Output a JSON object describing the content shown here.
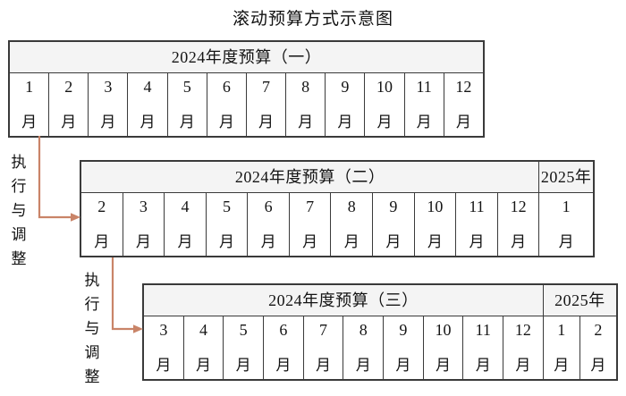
{
  "title": "滚动预算方式示意图",
  "colors": {
    "arrow": "#C98468",
    "header_bg": "#f4f4f4",
    "border": "#3a3a3a",
    "text": "#141414"
  },
  "tables": [
    {
      "id": "budget-table-1",
      "headers": [
        {
          "label": "2024年度预算（一）",
          "span": 12
        }
      ],
      "months": [
        {
          "num": "1",
          "unit": "月"
        },
        {
          "num": "2",
          "unit": "月"
        },
        {
          "num": "3",
          "unit": "月"
        },
        {
          "num": "4",
          "unit": "月"
        },
        {
          "num": "5",
          "unit": "月"
        },
        {
          "num": "6",
          "unit": "月"
        },
        {
          "num": "7",
          "unit": "月"
        },
        {
          "num": "8",
          "unit": "月"
        },
        {
          "num": "9",
          "unit": "月"
        },
        {
          "num": "10",
          "unit": "月"
        },
        {
          "num": "11",
          "unit": "月"
        },
        {
          "num": "12",
          "unit": "月"
        }
      ]
    },
    {
      "id": "budget-table-2",
      "headers": [
        {
          "label": "2024年度预算（二）",
          "span": 11
        },
        {
          "label": "2025年",
          "span": 1
        }
      ],
      "months": [
        {
          "num": "2",
          "unit": "月"
        },
        {
          "num": "3",
          "unit": "月"
        },
        {
          "num": "4",
          "unit": "月"
        },
        {
          "num": "5",
          "unit": "月"
        },
        {
          "num": "6",
          "unit": "月"
        },
        {
          "num": "7",
          "unit": "月"
        },
        {
          "num": "8",
          "unit": "月"
        },
        {
          "num": "9",
          "unit": "月"
        },
        {
          "num": "10",
          "unit": "月"
        },
        {
          "num": "11",
          "unit": "月"
        },
        {
          "num": "12",
          "unit": "月"
        },
        {
          "num": "1",
          "unit": "月"
        }
      ]
    },
    {
      "id": "budget-table-3",
      "headers": [
        {
          "label": "2024年度预算（三）",
          "span": 10
        },
        {
          "label": "2025年",
          "span": 2
        }
      ],
      "months": [
        {
          "num": "3",
          "unit": "月"
        },
        {
          "num": "4",
          "unit": "月"
        },
        {
          "num": "5",
          "unit": "月"
        },
        {
          "num": "6",
          "unit": "月"
        },
        {
          "num": "7",
          "unit": "月"
        },
        {
          "num": "8",
          "unit": "月"
        },
        {
          "num": "9",
          "unit": "月"
        },
        {
          "num": "10",
          "unit": "月"
        },
        {
          "num": "11",
          "unit": "月"
        },
        {
          "num": "12",
          "unit": "月"
        },
        {
          "num": "1",
          "unit": "月"
        },
        {
          "num": "2",
          "unit": "月"
        }
      ]
    }
  ],
  "annotations": [
    {
      "id": "flow-label-1",
      "chars": [
        "执",
        "行",
        "与",
        "调",
        "整"
      ]
    },
    {
      "id": "flow-label-2",
      "chars": [
        "执",
        "行",
        "与",
        "调",
        "整"
      ]
    }
  ]
}
